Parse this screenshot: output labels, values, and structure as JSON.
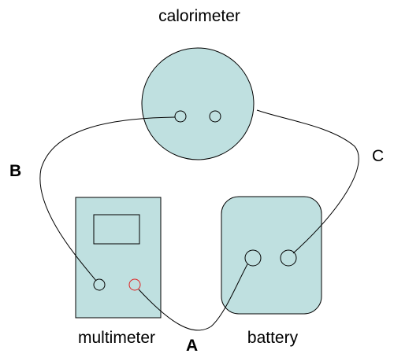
{
  "labels": {
    "calorimeter": "calorimeter",
    "multimeter": "multimeter",
    "battery": "battery",
    "wire_a": "A",
    "wire_b": "B",
    "wire_c": "C"
  },
  "colors": {
    "body_fill": "#bfe0e0",
    "outline": "#000000",
    "wire": "#000000",
    "highlight_terminal": "#e02020",
    "background": "#ffffff"
  }
}
